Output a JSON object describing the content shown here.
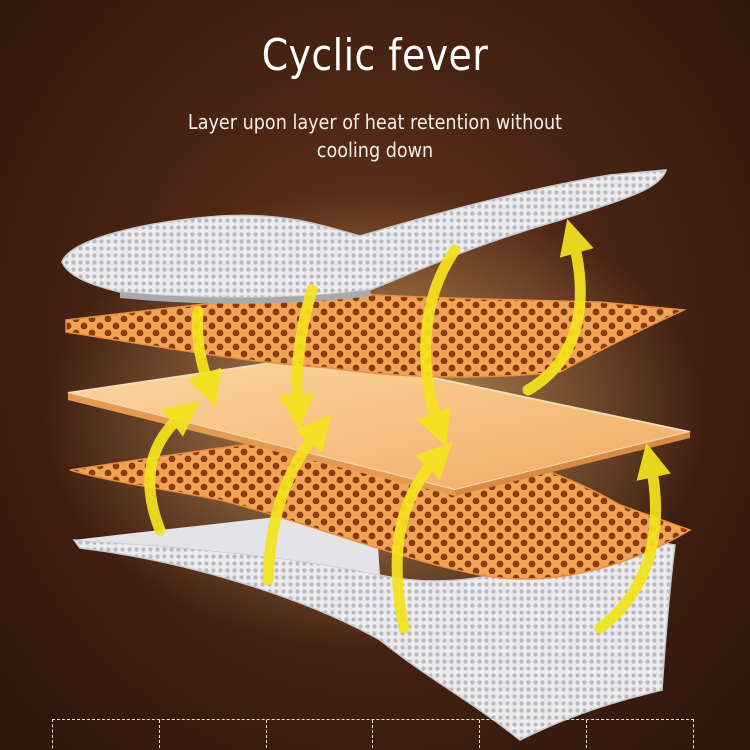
{
  "header": {
    "title": "Cyclic fever",
    "subtitle": "Layer upon layer of heat retention without cooling down"
  },
  "illustration": {
    "layers": [
      "grey-mesh-top",
      "orange-honeycomb-upper",
      "orange-heat-pad-core",
      "orange-honeycomb-lower",
      "grey-mesh-bottom"
    ],
    "arrow_icon": "heat-circulation-arrow-icon",
    "colors": {
      "background": "#4a2414",
      "mesh": "#d9d9dc",
      "honeycomb": "#f0a35a",
      "pad": "#f6c98e",
      "arrow": "#f2e21a"
    }
  },
  "footer": {
    "table_columns": 6
  }
}
